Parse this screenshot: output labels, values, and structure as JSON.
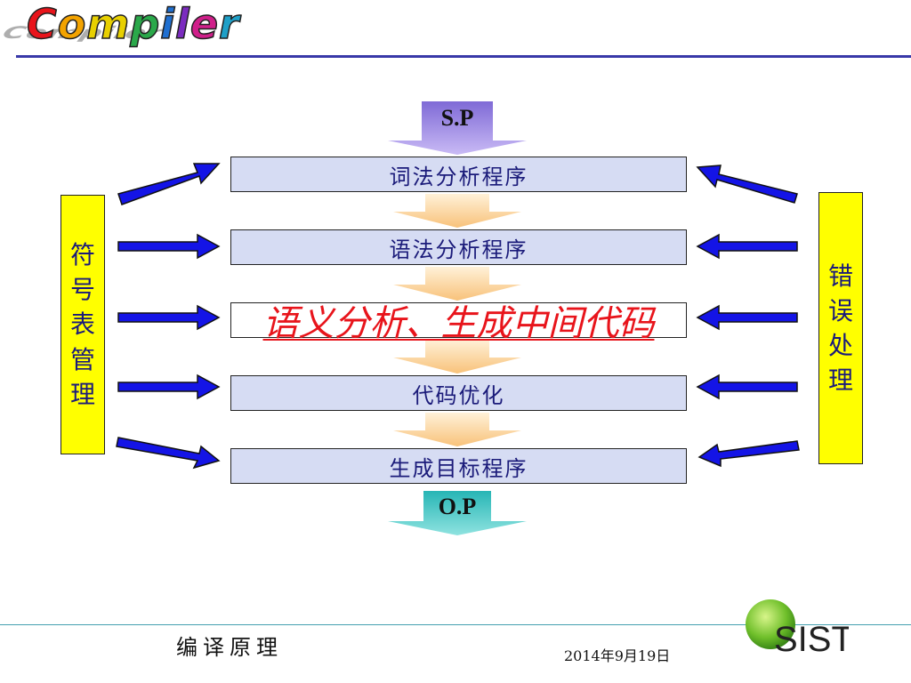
{
  "header": {
    "logo_letters": [
      {
        "ch": "C",
        "color": "#e8141b"
      },
      {
        "ch": "o",
        "color": "#f3a300"
      },
      {
        "ch": "m",
        "color": "#e8d000"
      },
      {
        "ch": "p",
        "color": "#2aa84a"
      },
      {
        "ch": "i",
        "color": "#1f6fd0"
      },
      {
        "ch": "l",
        "color": "#7b2cbf"
      },
      {
        "ch": "e",
        "color": "#d01f8a"
      },
      {
        "ch": "r",
        "color": "#1fa0c8"
      }
    ],
    "logo_shadow": "Compiler"
  },
  "input_label": "S.P",
  "output_label": "O.P",
  "stages": [
    {
      "label": "词法分析程序"
    },
    {
      "label": "语法分析程序"
    },
    {
      "label": "语义分析、生成中间代码",
      "highlight": true
    },
    {
      "label": "代码优化"
    },
    {
      "label": "生成目标程序"
    }
  ],
  "symbol_table": "符号表管理",
  "error_handling": "错误处理",
  "footer": {
    "course": "编译原理",
    "date": "2014年9月19日",
    "logo": "SIST"
  },
  "colors": {
    "stage_fill": "#d6dcf3",
    "stage_text": "#1b1b7a",
    "highlight_text": "#e8141b",
    "side_fill": "#ffff00",
    "flow_arrow": "#fcd08c",
    "input_arrow": "#a58bea",
    "output_arrow": "#3fc4c4",
    "side_arrow": "#1414e6"
  }
}
